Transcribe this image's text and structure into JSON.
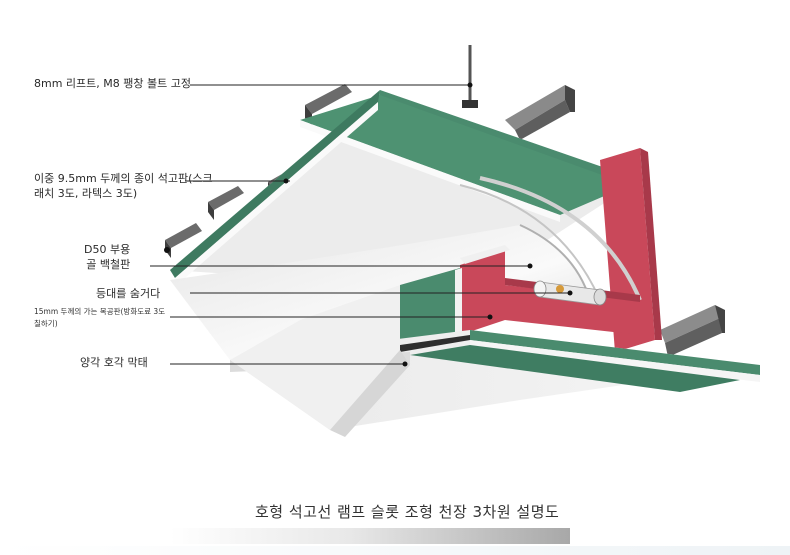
{
  "labels": {
    "bolt": "8mm 리프트, M8 팽창 볼트 고정",
    "gypsum": "이중 9.5mm 두께의 종이 석고판(스크래치 3도, 라텍스 3도)",
    "keel_line1": "D50 부용",
    "keel_line2": "골 백철판",
    "hide_light": "등대를 숨거다",
    "wood": "15mm 두께의 가는 목공판(방화도료 3도 칠하기)",
    "corner": "양각 호각 막태"
  },
  "caption": "호형 석고선 램프 슬롯 조형 천장 3차원 설명도",
  "colors": {
    "gypsum_green": "#4a8b6e",
    "gypsum_white": "#f2f2f2",
    "wood_red": "#c9485a",
    "steel_gray": "#6d6d6d",
    "leader_line": "#222222"
  }
}
